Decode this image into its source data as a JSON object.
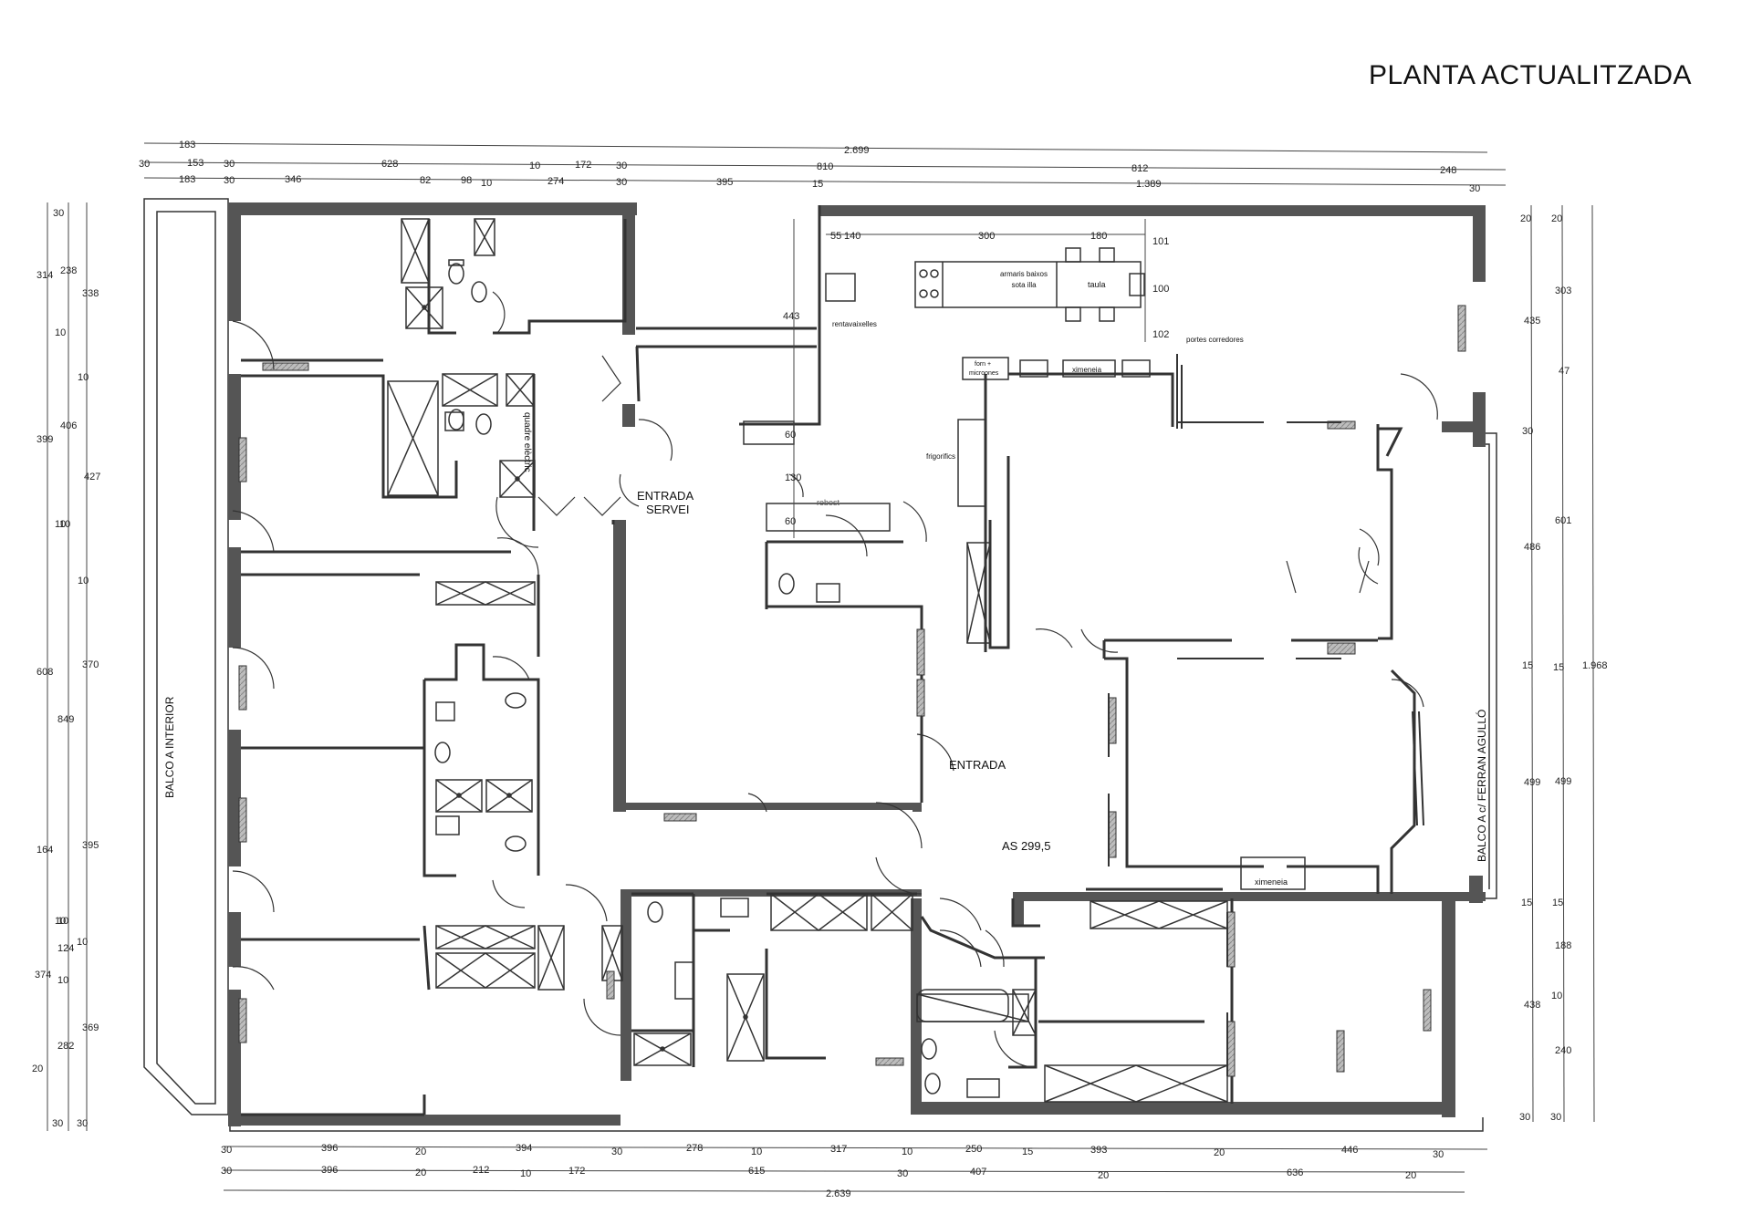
{
  "title": "PLANTA ACTUALITZADA",
  "dimensions": {
    "top_row1": [
      "183",
      "2.699"
    ],
    "top_row2": [
      "30",
      "153",
      "30",
      "628",
      "10",
      "172",
      "30",
      "810",
      "812",
      "248"
    ],
    "top_row3": [
      "183",
      "30",
      "346",
      "82",
      "98",
      "10",
      "274",
      "30",
      "395",
      "15",
      "1.389",
      "30"
    ],
    "left_col1": [
      "30",
      "314",
      "10",
      "399",
      "10",
      "608",
      "164",
      "10",
      "374",
      "20",
      "30"
    ],
    "left_col2": [
      "238",
      "406",
      "10",
      "849",
      "10",
      "124",
      "10",
      "282",
      "30"
    ],
    "left_col3": [
      "338",
      "10",
      "427",
      "10",
      "370",
      "395",
      "10",
      "369"
    ],
    "right_col1": [
      "20",
      "435",
      "30",
      "486",
      "15",
      "499",
      "15",
      "438",
      "30"
    ],
    "right_col2": [
      "20",
      "303",
      "47",
      "601",
      "15",
      "499",
      "15",
      "188",
      "10",
      "240",
      "30"
    ],
    "right_total": "1.968",
    "bottom_row1": [
      "30",
      "396",
      "20",
      "394",
      "30",
      "278",
      "10",
      "317",
      "10",
      "250",
      "15",
      "393",
      "20",
      "446",
      "30"
    ],
    "bottom_row2": [
      "30",
      "396",
      "20",
      "212",
      "10",
      "172",
      "615",
      "30",
      "407",
      "20",
      "636",
      "20"
    ],
    "bottom_total": "2.639",
    "kitchen": [
      "55",
      "140",
      "300",
      "180",
      "101",
      "100",
      "102",
      "443",
      "60",
      "130",
      "60"
    ]
  },
  "labels": {
    "entrada_servei_1": "ENTRADA",
    "entrada_servei_2": "SERVEI",
    "entrada": "ENTRADA",
    "area": "AS 299,5",
    "balco_interior": "BALCO A INTERIOR",
    "balco_ferran": "BALCO A c/ FERRAN AGULLÓ",
    "armaris_1": "armaris baixos",
    "armaris_2": "sota illa",
    "taula": "taula",
    "rentavaixelles": "rentavaixelles",
    "portes_corredores": "portes corredores",
    "forn_1": "forn +",
    "forn_2": "microones",
    "ximeneia_kitchen": "ximeneia",
    "frigorifics": "frigorifics",
    "rebost": "rebost",
    "quadre_electric": "quadre elèctric",
    "ximeneia_living": "ximeneia"
  }
}
